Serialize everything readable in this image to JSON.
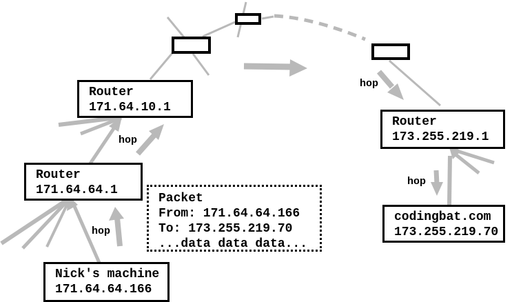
{
  "colors": {
    "line_gray": "#b9b9b9",
    "box_border": "#000000",
    "background": "#ffffff",
    "text": "#000000"
  },
  "nodes": {
    "router_10": {
      "line1": "Router",
      "line2": "171.64.10.1"
    },
    "router_64": {
      "line1": "Router",
      "line2": "171.64.64.1"
    },
    "nicks_machine": {
      "line1": "Nick's machine",
      "line2": "171.64.64.166"
    },
    "router_219": {
      "line1": "Router",
      "line2": "173.255.219.1"
    },
    "codingbat": {
      "line1": "codingbat.com",
      "line2": "173.255.219.70"
    }
  },
  "packet": {
    "line1": "Packet",
    "line2": "From: 171.64.64.166",
    "line3": "To: 173.255.219.70",
    "line4": "...data data data..."
  },
  "hop_labels": {
    "nick_to_router64": "hop",
    "router64_to_router10": "hop",
    "backbone_to_router219": "hop",
    "router219_to_codingbat": "hop"
  }
}
